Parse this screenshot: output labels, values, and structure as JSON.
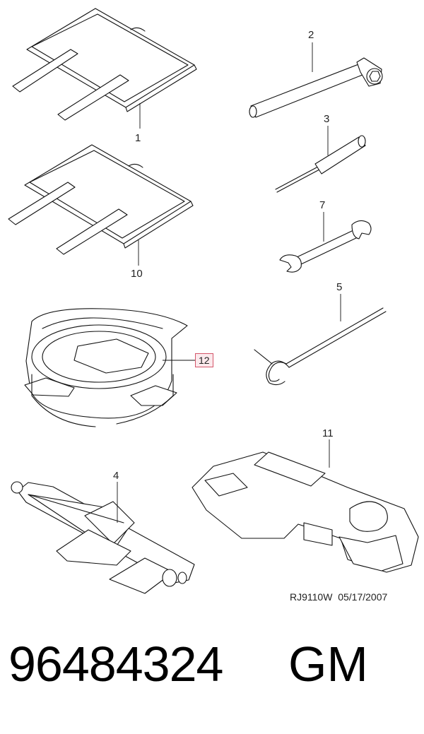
{
  "parts": [
    {
      "id": "pouch-1",
      "label": "1"
    },
    {
      "id": "wrench-l",
      "label": "2"
    },
    {
      "id": "screwdriver",
      "label": "3"
    },
    {
      "id": "spanner",
      "label": "7"
    },
    {
      "id": "pouch-10",
      "label": "10"
    },
    {
      "id": "hook-rod",
      "label": "5"
    },
    {
      "id": "tray",
      "label": "12",
      "highlighted": true
    },
    {
      "id": "jack",
      "label": "4"
    },
    {
      "id": "jack-base",
      "label": "11"
    }
  ],
  "reference_code": "RJ9110W  05/17/2007",
  "part_number": "96484324",
  "brand": "GM",
  "colors": {
    "highlight_border": "#d4566a",
    "highlight_fill": "#fbe9ec",
    "line": "#111111"
  }
}
